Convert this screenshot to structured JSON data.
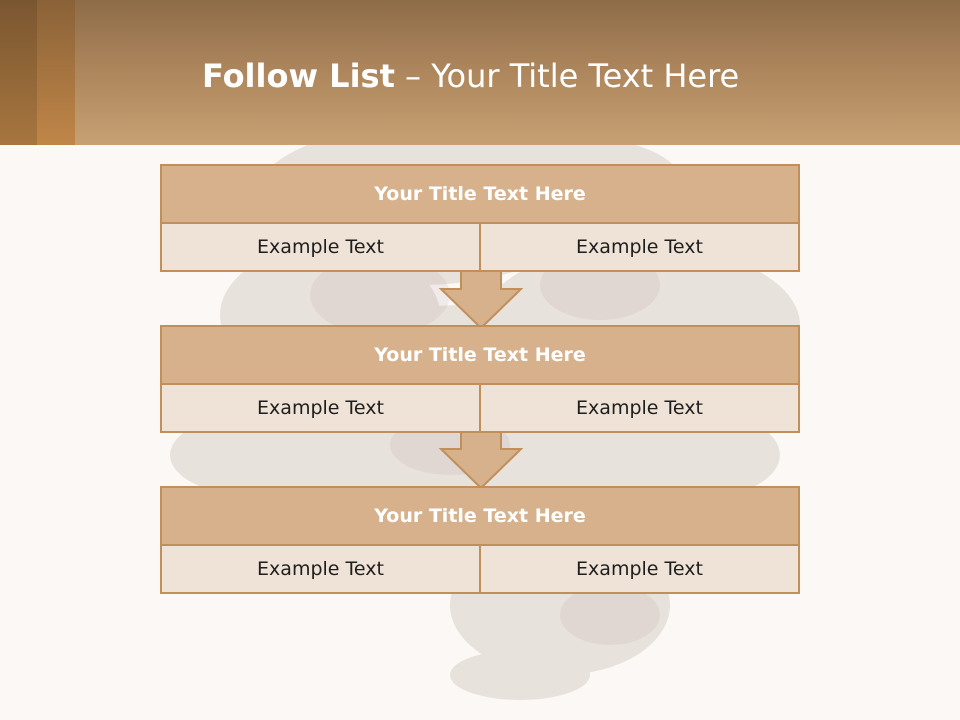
{
  "slide": {
    "title_bold": "Follow List",
    "title_rest": " – Your Title Text Here"
  },
  "steps": [
    {
      "title": "Your Title Text Here",
      "left": "Example Text",
      "right": "Example Text"
    },
    {
      "title": "Your Title Text Here",
      "left": "Example Text",
      "right": "Example Text"
    },
    {
      "title": "Your Title Text Here",
      "left": "Example Text",
      "right": "Example Text"
    }
  ],
  "colors": {
    "header": "#b1895f",
    "box_title": "#d6b18c",
    "box_cell": "#efe2d6",
    "border": "#c08f5a"
  }
}
